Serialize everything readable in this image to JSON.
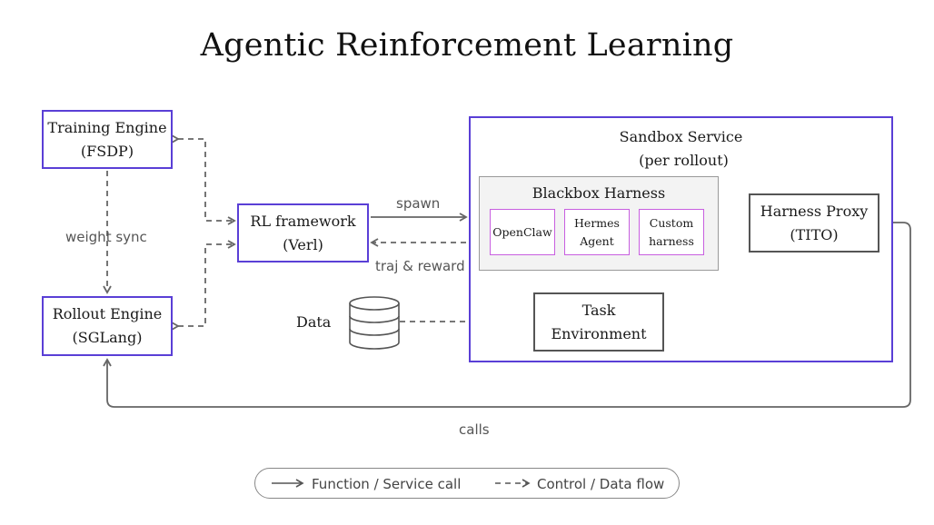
{
  "title": "Agentic Reinforcement Learning",
  "nodes": {
    "training_engine": {
      "line1": "Training Engine",
      "line2": "(FSDP)"
    },
    "rollout_engine": {
      "line1": "Rollout Engine",
      "line2": "(SGLang)"
    },
    "rl_framework": {
      "line1": "RL framework",
      "line2": "(Verl)"
    },
    "sandbox_service": {
      "line1": "Sandbox Service",
      "line2": "(per rollout)"
    },
    "blackbox_harness": {
      "label": "Blackbox Harness"
    },
    "openclaw": {
      "label": "OpenClaw"
    },
    "hermes_agent": {
      "line1": "Hermes",
      "line2": "Agent"
    },
    "custom_harness": {
      "line1": "Custom",
      "line2": "harness"
    },
    "harness_proxy": {
      "line1": "Harness Proxy",
      "line2": "(TITO)"
    },
    "task_environment": {
      "line1": "Task",
      "line2": "Environment"
    },
    "data": {
      "label": "Data"
    }
  },
  "edge_labels": {
    "weight_sync": "weight sync",
    "spawn": "spawn",
    "traj_reward": "traj & reward",
    "calls": "calls"
  },
  "legend": {
    "function_call": "Function  / Service call",
    "control_flow": "Control / Data flow"
  },
  "colors": {
    "primary_border": "#5a3fd6",
    "harness_item_border": "#c85fe0",
    "neutral_border": "#555555",
    "arrow": "#666666"
  }
}
